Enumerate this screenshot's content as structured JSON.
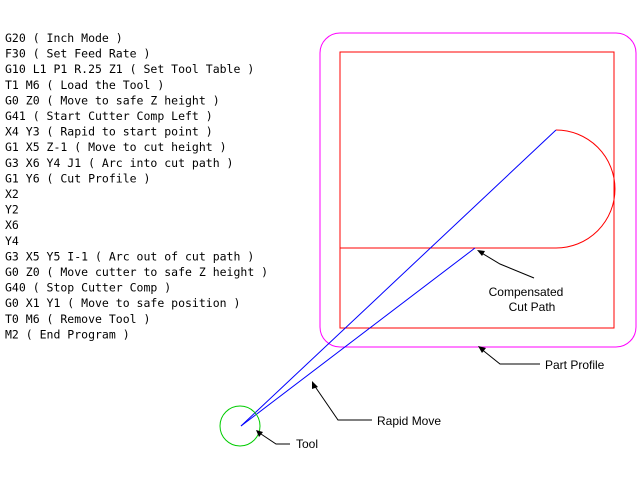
{
  "gcode_lines": [
    "G20 ( Inch Mode )",
    "F30 ( Set Feed Rate )",
    "G10 L1 P1 R.25 Z1 ( Set Tool Table )",
    "T1 M6 ( Load the Tool )",
    "G0 Z0 ( Move to safe Z height )",
    "G41 ( Start Cutter Comp Left )",
    "X4 Y3 ( Rapid to start point )",
    "G1 X5 Z-1 ( Move to cut height )",
    "G3 X6 Y4 J1 ( Arc into cut path )",
    "G1 Y6 ( Cut Profile )",
    "X2",
    "Y2",
    "X6",
    "Y4",
    "G3 X5 Y5 I-1 ( Arc out of cut path )",
    "G0 Z0 ( Move cutter to safe Z height )",
    "G40 ( Stop Cutter Comp )",
    "G0 X1 Y1 ( Move to safe position )",
    "T0 M6 ( Remove Tool )",
    "M2 ( End Program )"
  ],
  "labels": {
    "compensated_line1": "Compensated",
    "compensated_line2": "Cut Path",
    "part_profile": "Part Profile",
    "rapid_move": "Rapid Move",
    "tool": "Tool"
  },
  "colors": {
    "part_profile": "#ff00ff",
    "cut_path": "#ff0000",
    "rapid_move": "#0000ff",
    "tool": "#00cc00",
    "leader": "#000000"
  }
}
